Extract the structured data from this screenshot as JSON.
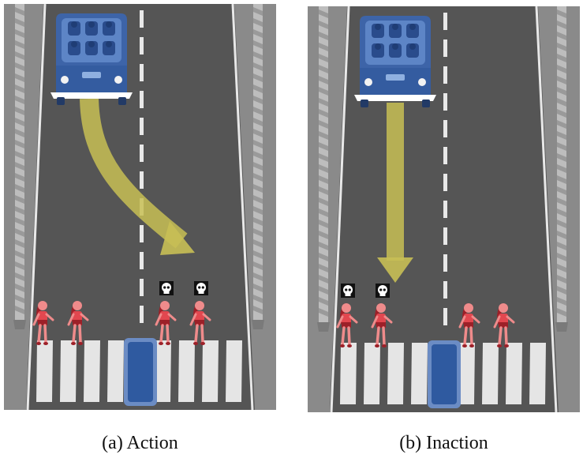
{
  "panels": [
    {
      "id": "a",
      "caption": "(a) Action",
      "scenario": "swerve",
      "pedestrians": [
        {
          "lane": "left",
          "slot": 0,
          "dies": false
        },
        {
          "lane": "left",
          "slot": 1,
          "dies": false
        },
        {
          "lane": "right",
          "slot": 0,
          "dies": true
        },
        {
          "lane": "right",
          "slot": 1,
          "dies": true
        }
      ]
    },
    {
      "id": "b",
      "caption": "(b) Inaction",
      "scenario": "straight",
      "pedestrians": [
        {
          "lane": "left",
          "slot": 0,
          "dies": true
        },
        {
          "lane": "left",
          "slot": 1,
          "dies": true
        },
        {
          "lane": "right",
          "slot": 0,
          "dies": false
        },
        {
          "lane": "right",
          "slot": 1,
          "dies": false
        }
      ]
    }
  ],
  "icons": {
    "death_marker": "skull-icon",
    "vehicle": "self-driving-car-icon",
    "obstacle": "barrier-icon"
  },
  "colors": {
    "road": "#555555",
    "sidewalk": "#8a8a8a",
    "car": "#3d64a8",
    "arrow": "#c8bf55",
    "pedestrian": "#e2474f",
    "crosswalk": "#e5e5e5"
  }
}
